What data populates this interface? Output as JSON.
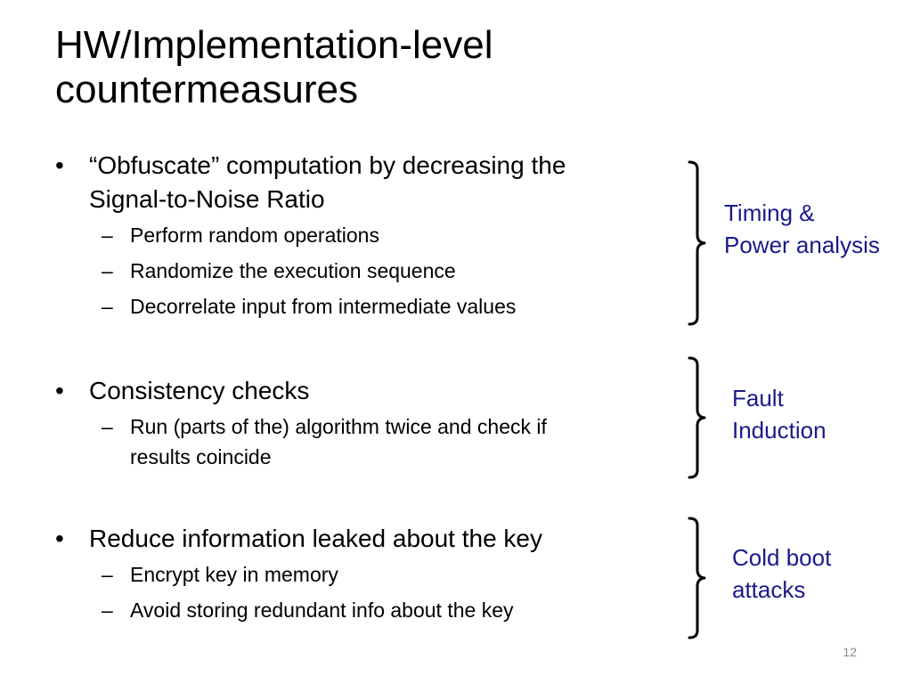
{
  "slide": {
    "title_lines": [
      "HW/Implementation-level",
      "countermeasures"
    ],
    "bullets": [
      {
        "text_lines": [
          "“Obfuscate” computation by decreasing the",
          "Signal-to-Noise Ratio"
        ],
        "subitems": [
          [
            "Perform random operations"
          ],
          [
            "Randomize the execution sequence"
          ],
          [
            "Decorrelate input from intermediate values"
          ]
        ],
        "label_lines": [
          "Timing &",
          "Power analysis"
        ]
      },
      {
        "text_lines": [
          "Consistency checks"
        ],
        "subitems": [
          [
            "Run (parts of the) algorithm twice and check if",
            "results coincide"
          ]
        ],
        "label_lines": [
          "Fault",
          "Induction"
        ]
      },
      {
        "text_lines": [
          "Reduce information leaked about the key"
        ],
        "subitems": [
          [
            "Encrypt key in memory"
          ],
          [
            "Avoid storing redundant info about the key"
          ]
        ],
        "label_lines": [
          "Cold boot",
          "attacks"
        ]
      }
    ],
    "bullet_glyph": "•",
    "dash_glyph": "–",
    "page_number": "12",
    "colors": {
      "text": "#000000",
      "label": "#1a1a8c",
      "bracket": "#000000",
      "page_number": "#8a8a8a"
    }
  }
}
